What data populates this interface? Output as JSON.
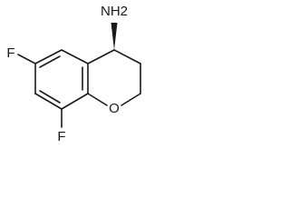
{
  "molecule": {
    "amine_label": "NH2",
    "oxygen_label": "O",
    "fluorine_top_label": "F",
    "fluorine_bottom_label": "F"
  },
  "colors": {
    "ink": "#1a1a1a",
    "background": "#ffffff"
  }
}
